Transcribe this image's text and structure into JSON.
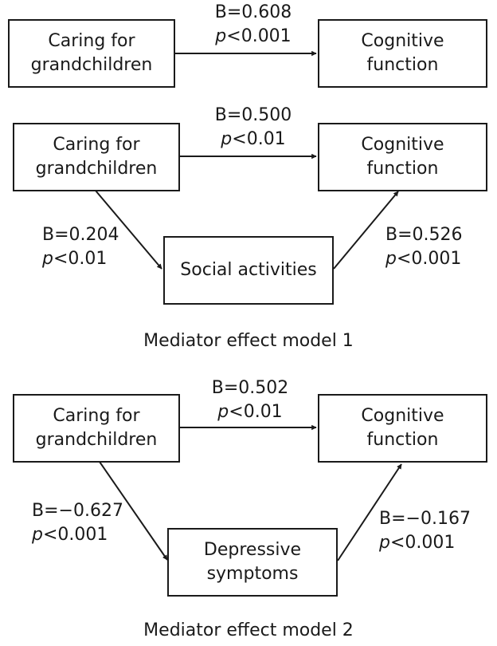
{
  "diagram_1": {
    "box_source": "Caring for\ngrandchildren",
    "box_target": "Cognitive\nfunction",
    "direct_path": {
      "b": "B=0.608",
      "p_letter": "p",
      "p_rest": "<0.001"
    }
  },
  "diagram_2": {
    "box_source": "Caring for\ngrandchildren",
    "box_target": "Cognitive\nfunction",
    "box_mediator": "Social activities",
    "direct_path": {
      "b": "B=0.500",
      "p_letter": "p",
      "p_rest": "<0.01"
    },
    "path_a": {
      "b": "B=0.204",
      "p_letter": "p",
      "p_rest": "<0.01"
    },
    "path_b": {
      "b": "B=0.526",
      "p_letter": "p",
      "p_rest": "<0.001"
    },
    "caption": "Mediator effect model 1"
  },
  "diagram_3": {
    "box_source": "Caring for\ngrandchildren",
    "box_target": "Cognitive\nfunction",
    "box_mediator": "Depressive\nsymptoms",
    "direct_path": {
      "b": "B=0.502",
      "p_letter": "p",
      "p_rest": "<0.01"
    },
    "path_a": {
      "b": "B=−0.627",
      "p_letter": "p",
      "p_rest": "<0.001"
    },
    "path_b": {
      "b": "B=−0.167",
      "p_letter": "p",
      "p_rest": "<0.001"
    },
    "caption": "Mediator effect model 2"
  },
  "colors": {
    "stroke": "#1a1a1a",
    "background": "#ffffff"
  }
}
